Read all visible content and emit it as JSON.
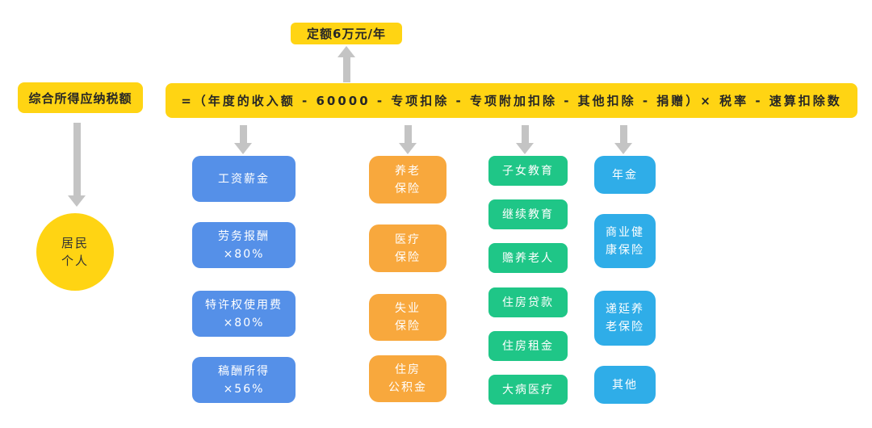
{
  "palette": {
    "yellow": "#FFD413",
    "blue": "#5590E8",
    "orange": "#F8A83D",
    "green": "#1FC687",
    "cyan": "#2FADE8",
    "arrow_gray": "#C4C4C4",
    "dark_text": "#262626",
    "box_text": "#FFFFFF"
  },
  "nodes": {
    "quota_box": "定额6万元/年",
    "tax_box": "综合所得应纳税额",
    "formula": "=（年度的收入额 - 60000 - 专项扣除 - 专项附加扣除 - 其他扣除 - 捐赠）× 税率 - 速算扣除数",
    "resident_circle": "居民\n个人"
  },
  "columns": [
    {
      "name": "income-items",
      "color": "#5590E8",
      "items": [
        "工资薪金",
        "劳务报酬\n×80%",
        "特许权使用费\n×80%",
        "稿酬所得\n×56%"
      ]
    },
    {
      "name": "special-deductions",
      "color": "#F8A83D",
      "items": [
        "养老\n保险",
        "医疗\n保险",
        "失业\n保险",
        "住房\n公积金"
      ]
    },
    {
      "name": "additional-deductions",
      "color": "#1FC687",
      "items": [
        "子女教育",
        "继续教育",
        "赡养老人",
        "住房贷款",
        "住房租金",
        "大病医疗"
      ]
    },
    {
      "name": "other-deductions",
      "color": "#2FADE8",
      "items": [
        "年金",
        "商业健\n康保险",
        "递延养\n老保险",
        "其他"
      ]
    }
  ]
}
